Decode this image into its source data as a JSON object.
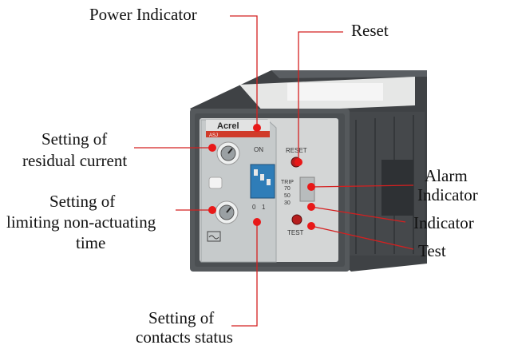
{
  "labels": {
    "power_indicator": "Power Indicator",
    "reset": "Reset",
    "setting_residual_line1": "Setting of",
    "setting_residual_line2": "residual current",
    "alarm_indicator_line1": "Alarm",
    "alarm_indicator_line2": "Indicator",
    "setting_limiting_line1": "Setting of",
    "setting_limiting_line2": "limiting non-actuating",
    "setting_limiting_line3": "time",
    "indicator": "Indicator",
    "test": "Test",
    "setting_contacts_line1": "Setting of",
    "setting_contacts_line2": "contacts status"
  },
  "device": {
    "brand": "Acrel",
    "model": "ASJ",
    "on_label": "ON",
    "reset_label": "RESET",
    "test_label": "TEST",
    "trip_label": "TRIP",
    "scale_70": "70",
    "scale_50": "50",
    "scale_30": "30",
    "dip_0": "0",
    "dip_1": "1"
  },
  "colors": {
    "callout_line": "#d42020",
    "marker_dot": "#e81818",
    "housing": "#4a4d50",
    "faceplate": "#d4d6d6"
  }
}
